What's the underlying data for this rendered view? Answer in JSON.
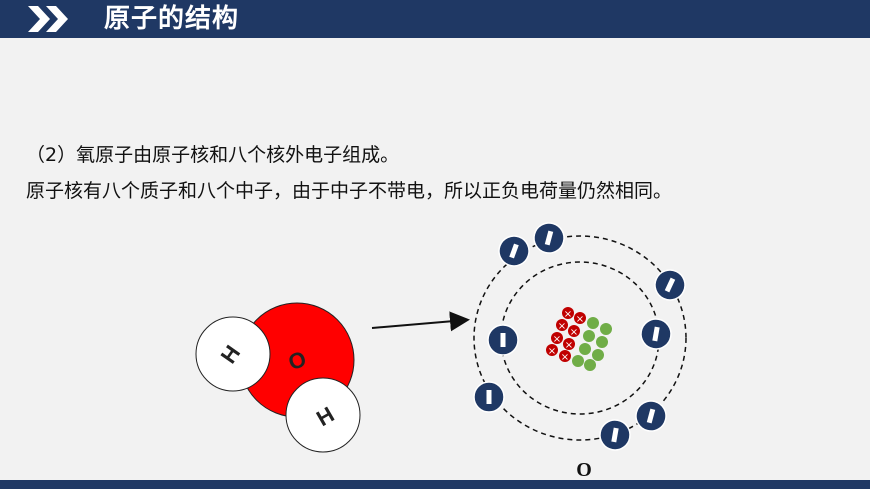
{
  "header": {
    "title": "原子的结构",
    "icon": "double-chevron-right-icon"
  },
  "content": {
    "line1": "（2）氧原子由原子核和八个核外电子组成。",
    "line2": "原子核有八个质子和八个中子，由于中子不带电，所以正负电荷量仍然相同。"
  },
  "molecule": {
    "o_label": "O",
    "h1_label": "H",
    "h2_label": "H"
  },
  "atom": {
    "label": "O",
    "electron_count": 8,
    "proton_count": 8,
    "neutron_count": 8
  },
  "colors": {
    "header_bg": "#1f3864",
    "oxygen": "#ff0000",
    "electron": "#1f3864",
    "proton": "#c00000",
    "neutron": "#70ad47"
  }
}
